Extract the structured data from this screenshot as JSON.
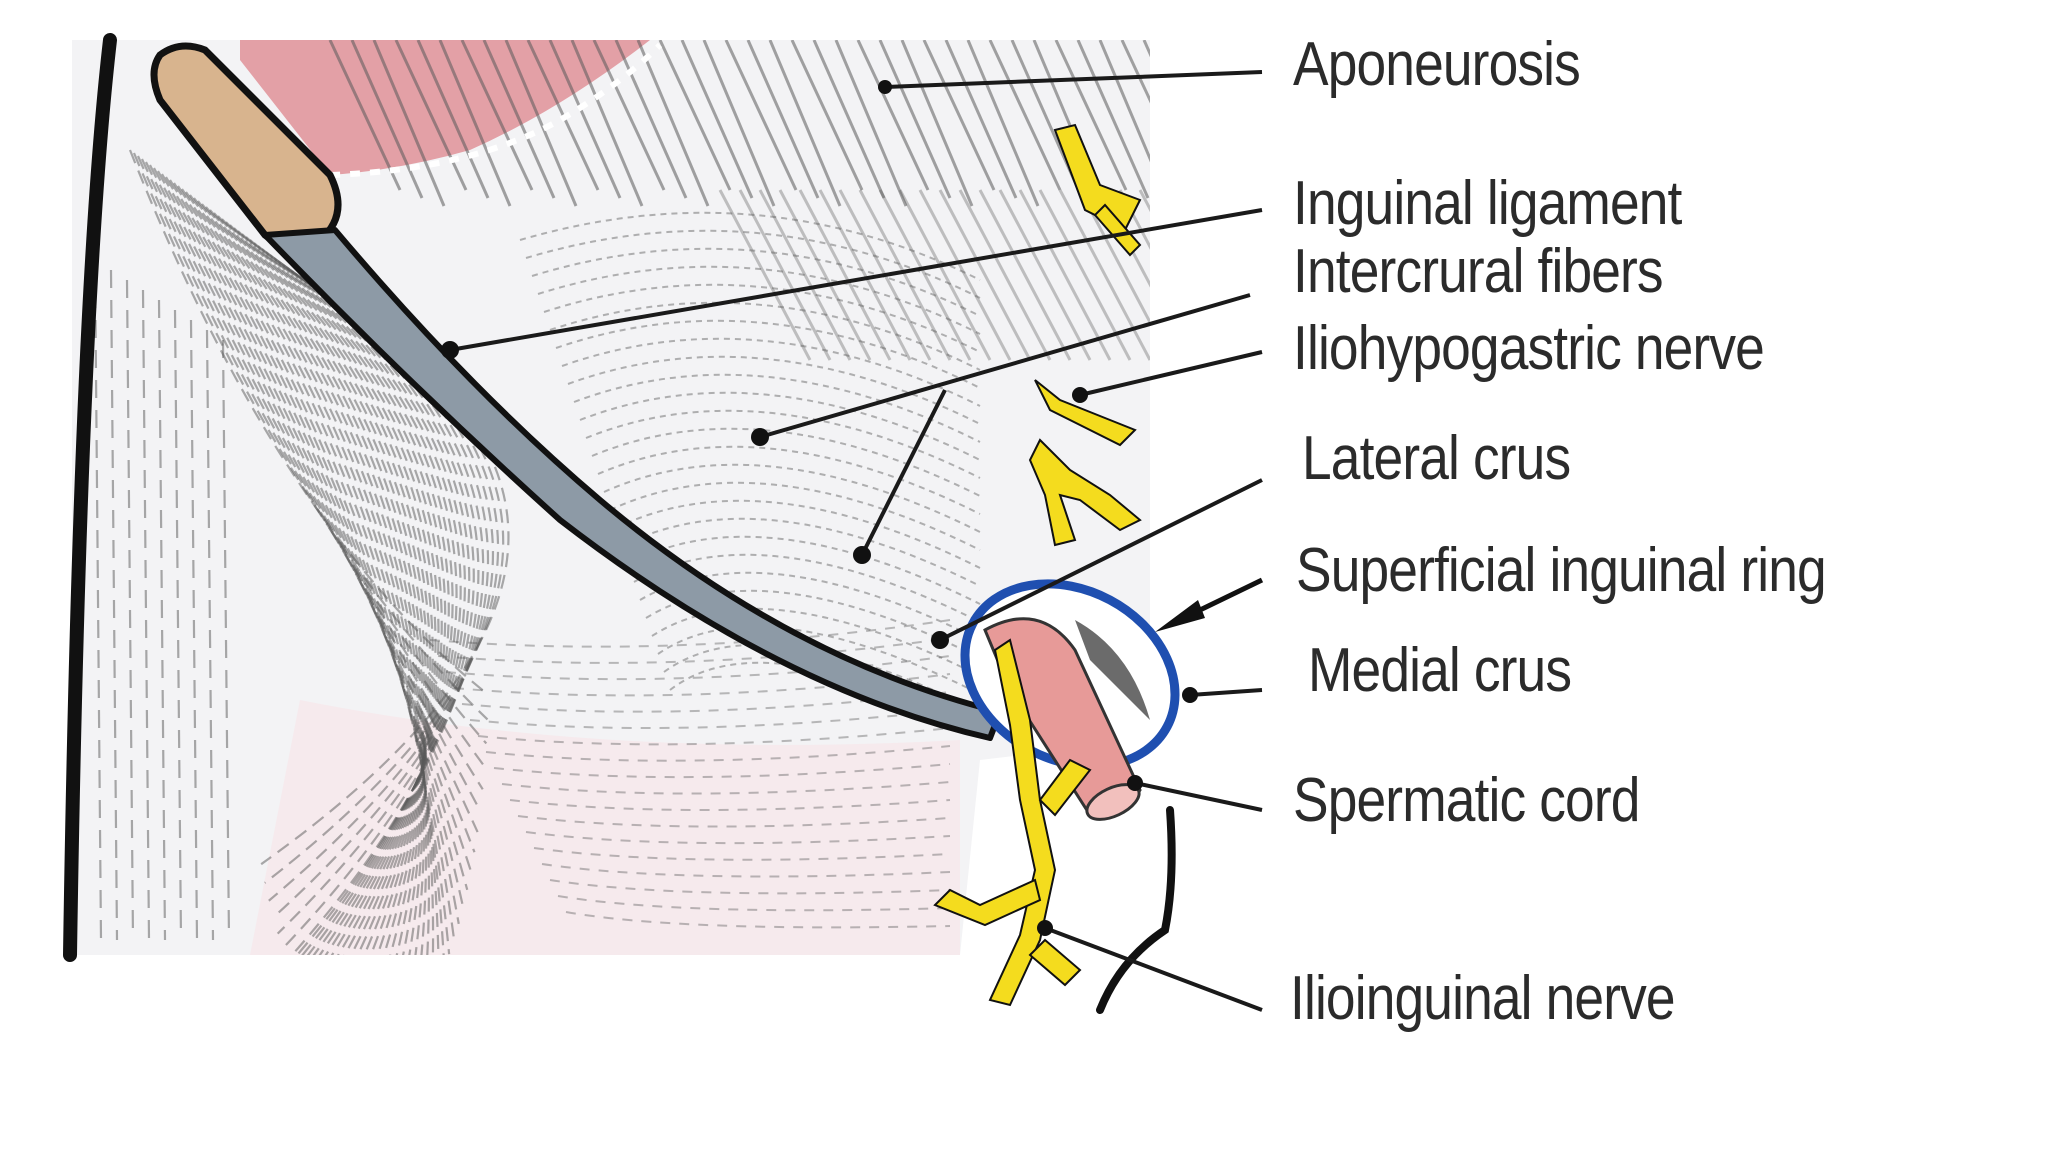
{
  "diagram": {
    "labels": {
      "aponeurosis": "Aponeurosis",
      "inguinal_ligament": "Inguinal ligament",
      "intercrural_fibers": "Intercrural fibers",
      "iliohypogastric_nerve": "Iliohypogastric nerve",
      "lateral_crus": "Lateral crus",
      "superficial_inguinal_ring": "Superficial inguinal ring",
      "medial_crus": "Medial crus",
      "spermatic_cord": "Spermatic cord",
      "ilioinguinal_nerve": "Ilioinguinal nerve"
    },
    "colors": {
      "fiber": "#5a5a5a",
      "muscle": "#d8868c",
      "ligament": "#8d9aa6",
      "bone": "#d8b48e",
      "nerve": "#f4dc1e",
      "ring": "#1f4fb0",
      "cord": "#e79a98",
      "leader": "#1a1a1a"
    }
  }
}
